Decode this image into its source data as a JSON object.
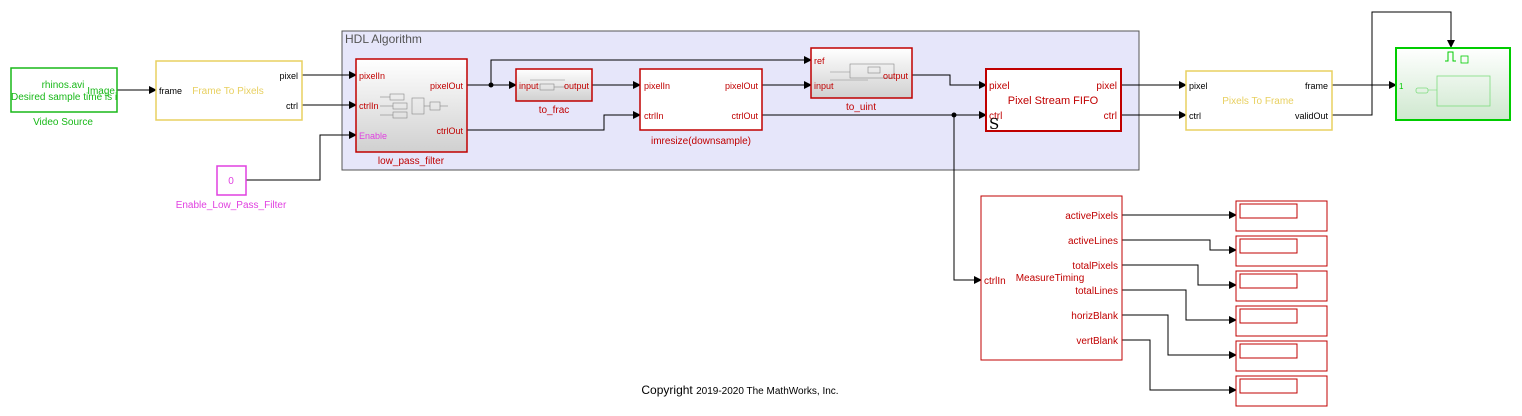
{
  "colors": {
    "red": "#c00000",
    "green": "#18b818",
    "yellow": "#e8d060",
    "magenta": "#e040e0",
    "subsystem_fill": "#e6e6fa",
    "bright_green": "#00cc00"
  },
  "subsystem": {
    "title": "HDL Algorithm"
  },
  "video_source": {
    "line1": "rhinos.avi",
    "line2": "Desired sample time is i",
    "port": "Image",
    "caption": "Video Source"
  },
  "frame_to_pixels": {
    "title": "Frame To Pixels",
    "in_port": "frame",
    "out_pixel": "pixel",
    "out_ctrl": "ctrl"
  },
  "enable_const": {
    "value": "0",
    "caption": "Enable_Low_Pass_Filter"
  },
  "low_pass_filter": {
    "in_pixel": "pixelIn",
    "in_ctrl": "ctrlIn",
    "in_enable": "Enable",
    "out_pixel": "pixelOut",
    "out_ctrl": "ctrlOut",
    "caption": "low_pass_filter"
  },
  "to_frac": {
    "in": "input",
    "out": "output",
    "caption": "to_frac"
  },
  "imresize": {
    "in_pixel": "pixelIn",
    "in_ctrl": "ctrlIn",
    "out_pixel": "pixelOut",
    "out_ctrl": "ctrlOut",
    "caption": "imresize(downsample)"
  },
  "to_uint": {
    "in_ref": "ref",
    "in": "input",
    "out": "output",
    "caption": "to_uint"
  },
  "fifo": {
    "title": "Pixel Stream FIFO",
    "in_pixel": "pixel",
    "in_ctrl": "ctrl",
    "out_pixel": "pixel",
    "out_ctrl": "ctrl",
    "glyph": "S"
  },
  "pixels_to_frame": {
    "title": "Pixels To Frame",
    "in_pixel": "pixel",
    "in_ctrl": "ctrl",
    "out_frame": "frame",
    "out_valid": "validOut"
  },
  "viewer": {
    "port_num": "1"
  },
  "measure_timing": {
    "title": "MeasureTiming",
    "in_port": "ctrlIn",
    "outputs": [
      "activePixels",
      "activeLines",
      "totalPixels",
      "totalLines",
      "horizBlank",
      "vertBlank"
    ]
  },
  "copyright": {
    "prefix": "Copyright ",
    "years": "2019-2020 The MathWorks, Inc."
  }
}
